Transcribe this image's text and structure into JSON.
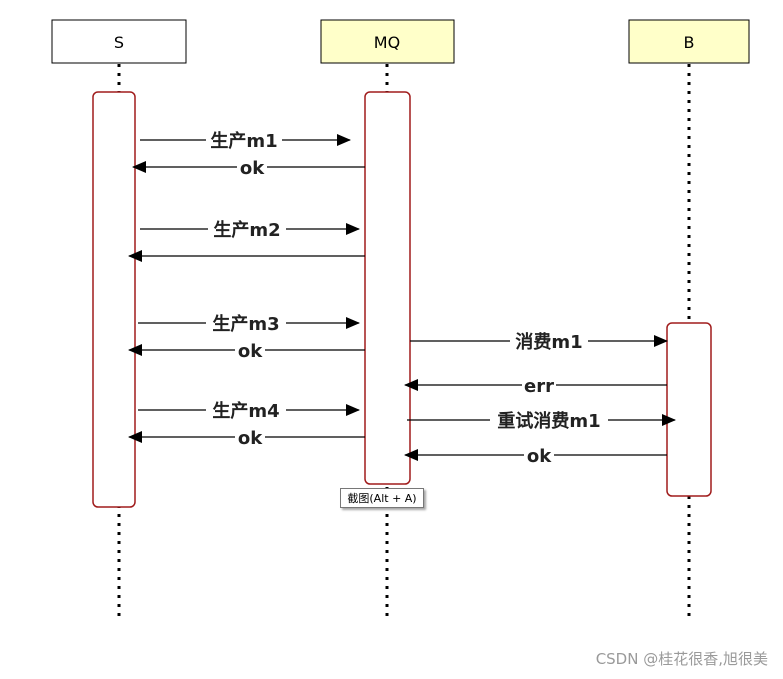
{
  "participants": {
    "s": {
      "label": "S",
      "fill": "#ffffff"
    },
    "mq": {
      "label": "MQ",
      "fill": "#ffffc9"
    },
    "b": {
      "label": "B",
      "fill": "#ffffc9"
    }
  },
  "messages": {
    "m1": "生产m1",
    "m1_ok": "ok",
    "m2": "生产m2",
    "m3": "生产m3",
    "m3_ok": "ok",
    "consume_m1": "消费m1",
    "err": "err",
    "m4": "生产m4",
    "retry_consume_m1": "重试消费m1",
    "m4_ok": "ok",
    "b_ok": "ok"
  },
  "tooltip": "截图(Alt + A)",
  "watermark": "CSDN @桂花很香,旭很美",
  "colors": {
    "activation_border": "#a01c1c",
    "arrow": "#000000"
  }
}
